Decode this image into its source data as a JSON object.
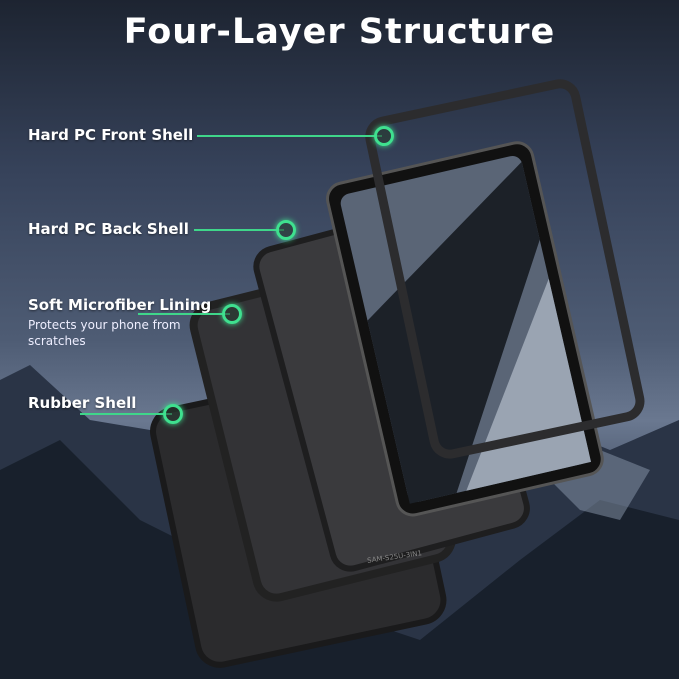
{
  "title": "Four-Layer Structure",
  "layers": [
    {
      "label": "Hard PC Front Shell"
    },
    {
      "label": "Hard PC Back Shell"
    },
    {
      "label": "Soft Microfiber Lining",
      "description": "Protects your phone from scratches"
    },
    {
      "label": "Rubber Shell"
    }
  ],
  "model_code": "SAM-S25U-3IN1",
  "colors": {
    "accent": "#3fd68a",
    "case": "#2a2a2c"
  }
}
